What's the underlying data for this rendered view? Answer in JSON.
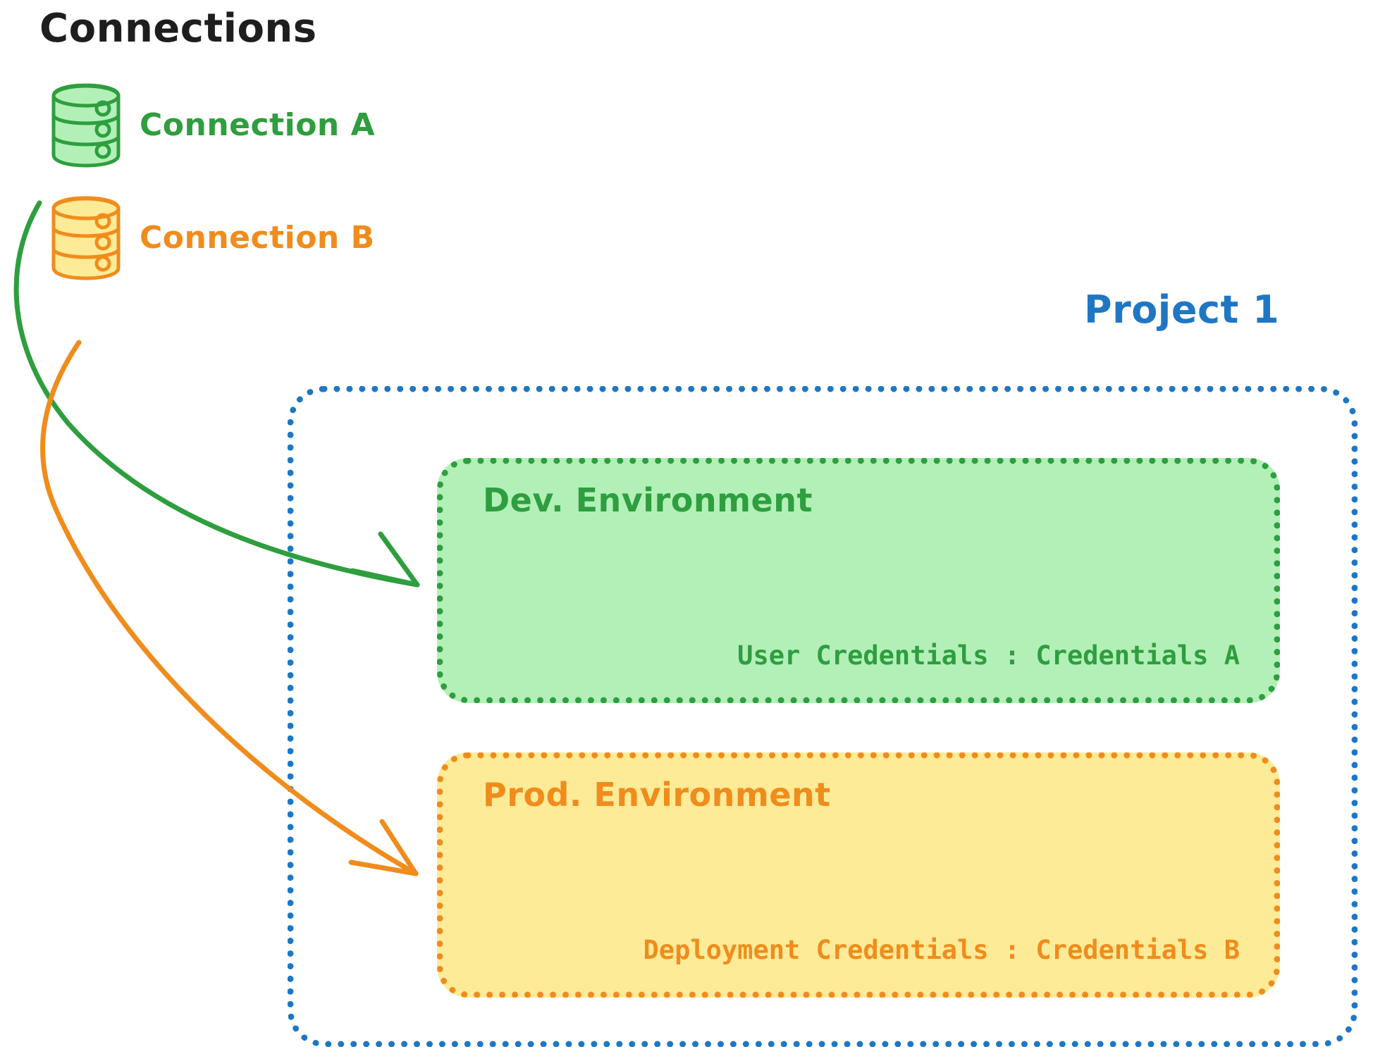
{
  "diagram": {
    "title": "Connections",
    "title_color": "#1e1e1e",
    "background": "#ffffff"
  },
  "connections": {
    "heading": "Connections",
    "items": [
      {
        "label": "Connection A",
        "icon": "database-icon",
        "color": "#2e9e3e",
        "fill": "#b2f0b8",
        "target": "Dev. Environment"
      },
      {
        "label": "Connection B",
        "icon": "database-icon",
        "color": "#f08c1c",
        "fill": "#fdeb97",
        "target": "Prod. Environment"
      }
    ]
  },
  "project": {
    "label": "Project 1",
    "border_color": "#1f77c4",
    "border_style": "dotted",
    "environments": [
      {
        "id": "dev",
        "title": "Dev. Environment",
        "credential_line": "User Credentials : Credentials A",
        "credential_key": "User Credentials",
        "credential_value": "Credentials A",
        "color": "#2e9e3e",
        "fill": "#b2f0b8",
        "border_style": "dotted"
      },
      {
        "id": "prod",
        "title": "Prod. Environment",
        "credential_line": "Deployment Credentials : Credentials B",
        "credential_key": "Deployment Credentials",
        "credential_value": "Credentials B",
        "color": "#f08c1c",
        "fill": "#fdeb97",
        "border_style": "dotted"
      }
    ]
  },
  "arrows": [
    {
      "name": "arrow-connection-a-to-dev",
      "from": "Connection A",
      "to": "Dev. Environment",
      "color": "#2e9e3e"
    },
    {
      "name": "arrow-connection-b-to-prod",
      "from": "Connection B",
      "to": "Prod. Environment",
      "color": "#f08c1c"
    }
  ]
}
